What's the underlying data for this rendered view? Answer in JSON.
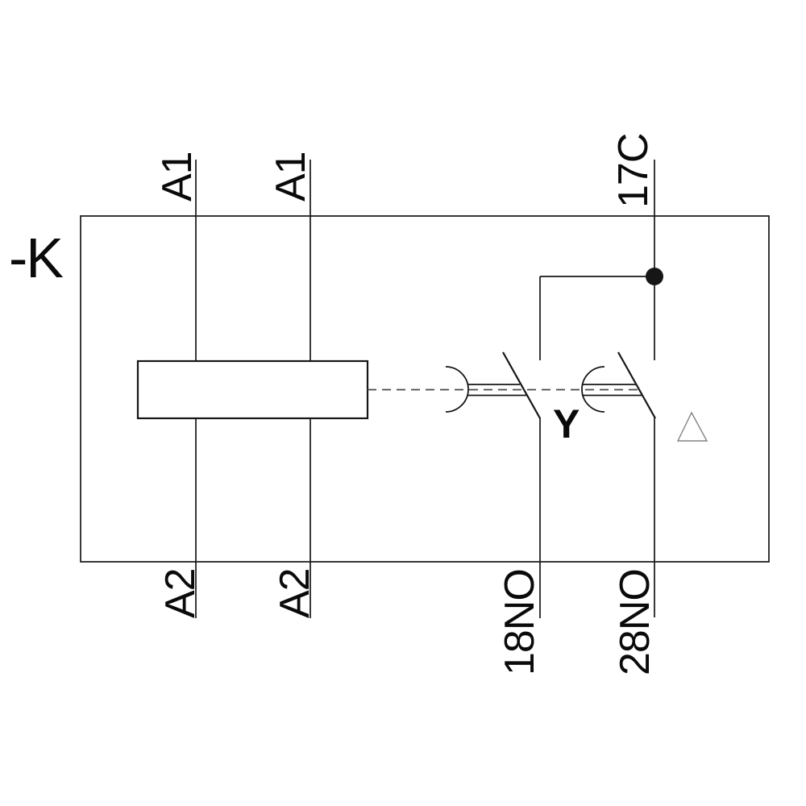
{
  "schematic": {
    "device_label": "-K",
    "terminals": {
      "a1_left": "A1",
      "a1_right": "A1",
      "common": "17C",
      "a2_left": "A2",
      "a2_right": "A2",
      "no1": "18NO",
      "no2": "28NO"
    },
    "star_label": "Y",
    "symbols": {
      "junction": "junction-dot",
      "delta": "delta-triangle",
      "coupling": "dashed-mechanical-link"
    },
    "colors": {
      "line": "#161616",
      "dashed_link": "#4a4a4a",
      "triangle_outline": "#828282",
      "background": "#ffffff"
    }
  }
}
